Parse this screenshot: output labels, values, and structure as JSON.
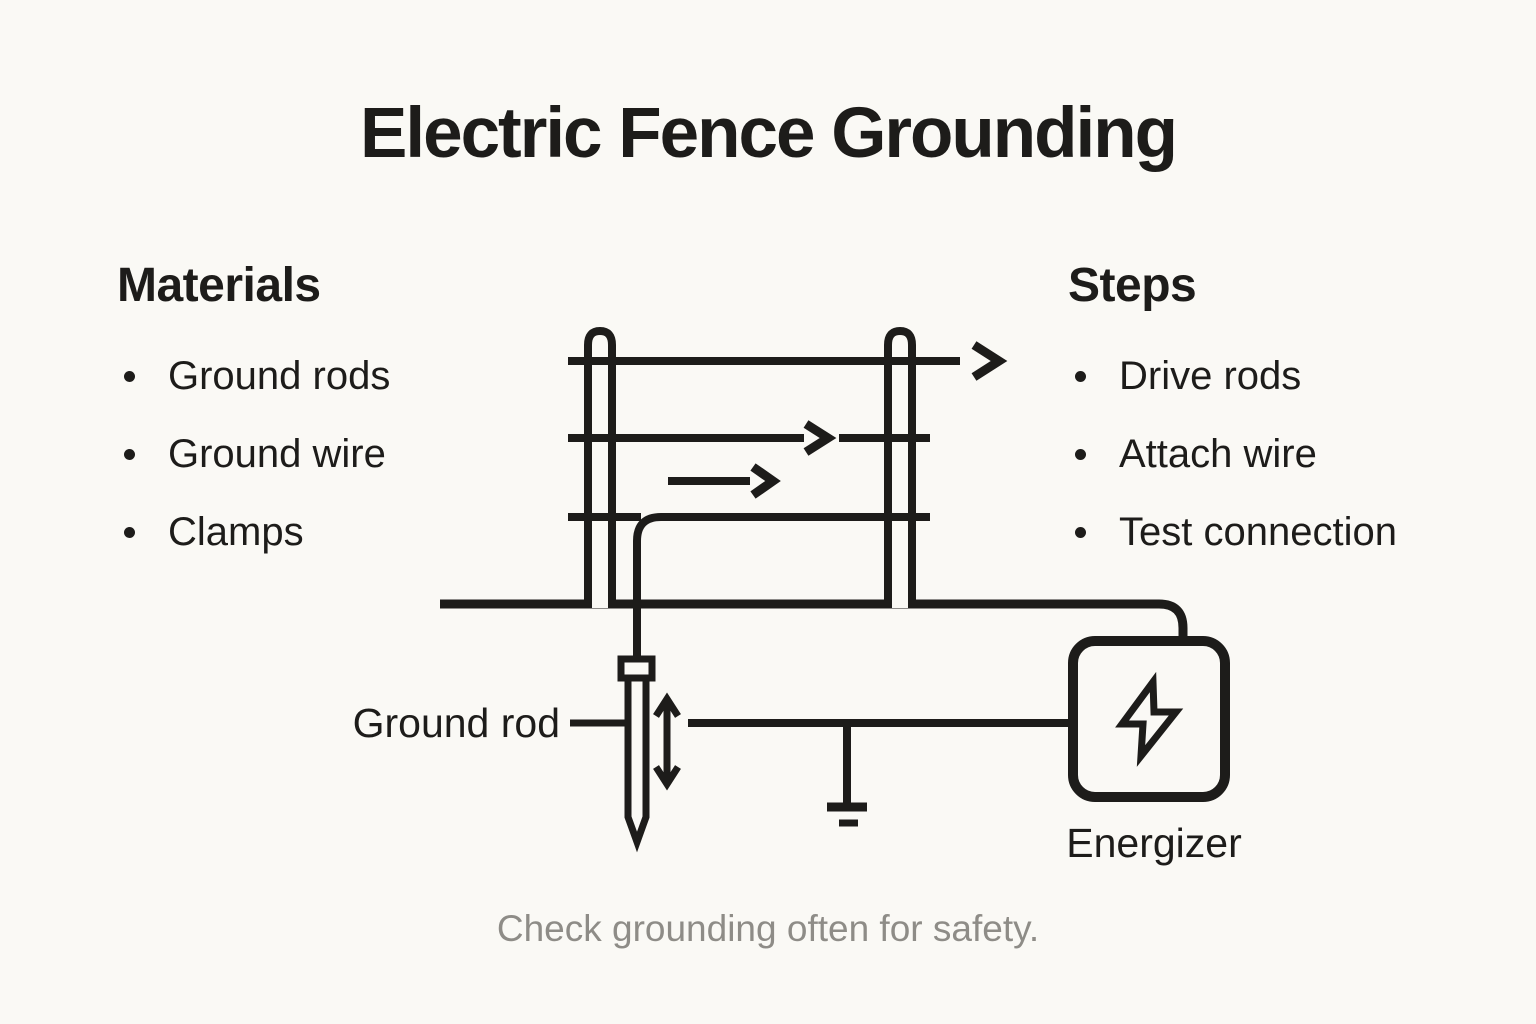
{
  "title": "Electric Fence Grounding",
  "materials": {
    "heading": "Materials",
    "items": [
      "Ground rods",
      "Ground wire",
      "Clamps"
    ]
  },
  "steps": {
    "heading": "Steps",
    "items": [
      "Drive rods",
      "Attach wire",
      "Test connection"
    ]
  },
  "diagram": {
    "ground_rod_label": "Ground rod",
    "energizer_label": "Energizer"
  },
  "footer_note": "Check grounding often for safety.",
  "colors": {
    "background": "#faf9f5",
    "ink": "#1d1c1a",
    "muted": "#8e8c87"
  }
}
